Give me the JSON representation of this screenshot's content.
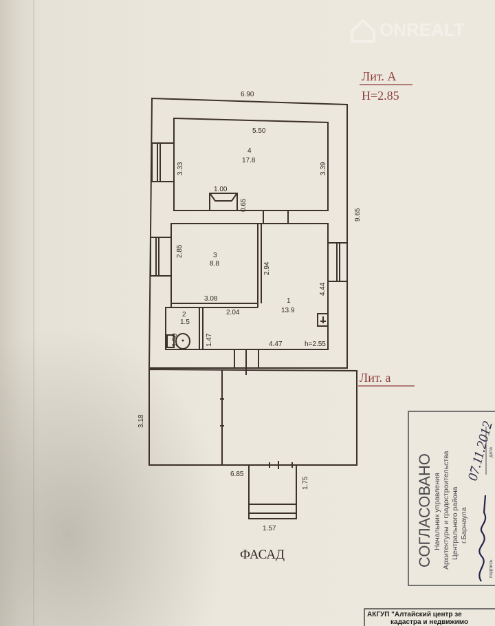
{
  "watermark": {
    "brand": "ONREALT"
  },
  "header": {
    "litera_A": "Лит. А",
    "height_A": "H=2.85",
    "litera_a": "Лит. а"
  },
  "dimensions": {
    "outer_top": "6.90",
    "inner_top": "5.50",
    "outer_right": "9.65",
    "room4_left": "3.33",
    "room4_right": "3.39",
    "stove_width": "1.00",
    "stove_depth": "0.65",
    "room3_left": "2.85",
    "room3_right": "2.94",
    "room3_bottom": "3.08",
    "room1_top": "2.04",
    "room1_right": "4.44",
    "room1_bottom": "4.47",
    "room1_height": "h=2.55",
    "bath_width": "1.50",
    "bath_depth": "1.47",
    "veranda_left": "3.18",
    "veranda_bottom": "6.85",
    "porch_depth": "1.75",
    "porch_width": "1.57"
  },
  "rooms": [
    {
      "number": "4",
      "area": "17.8"
    },
    {
      "number": "3",
      "area": "8.8"
    },
    {
      "number": "1",
      "area": "13.9"
    },
    {
      "number": "2",
      "area": "1.5"
    }
  ],
  "facade_label": "ФАСАД",
  "stamp": {
    "title": "СОГЛАСОВАНО",
    "lines": [
      "Начальник управления",
      "Архитектуры и градостроительства",
      "Центрального района",
      "г.Барнаула"
    ],
    "date": "07.11.2012",
    "date_caption": "дата",
    "signature_caption": "подпись"
  },
  "footer": {
    "line1": "АКГУП \"Алтайский центр зе",
    "line2": "кадастра и недвижимо"
  }
}
